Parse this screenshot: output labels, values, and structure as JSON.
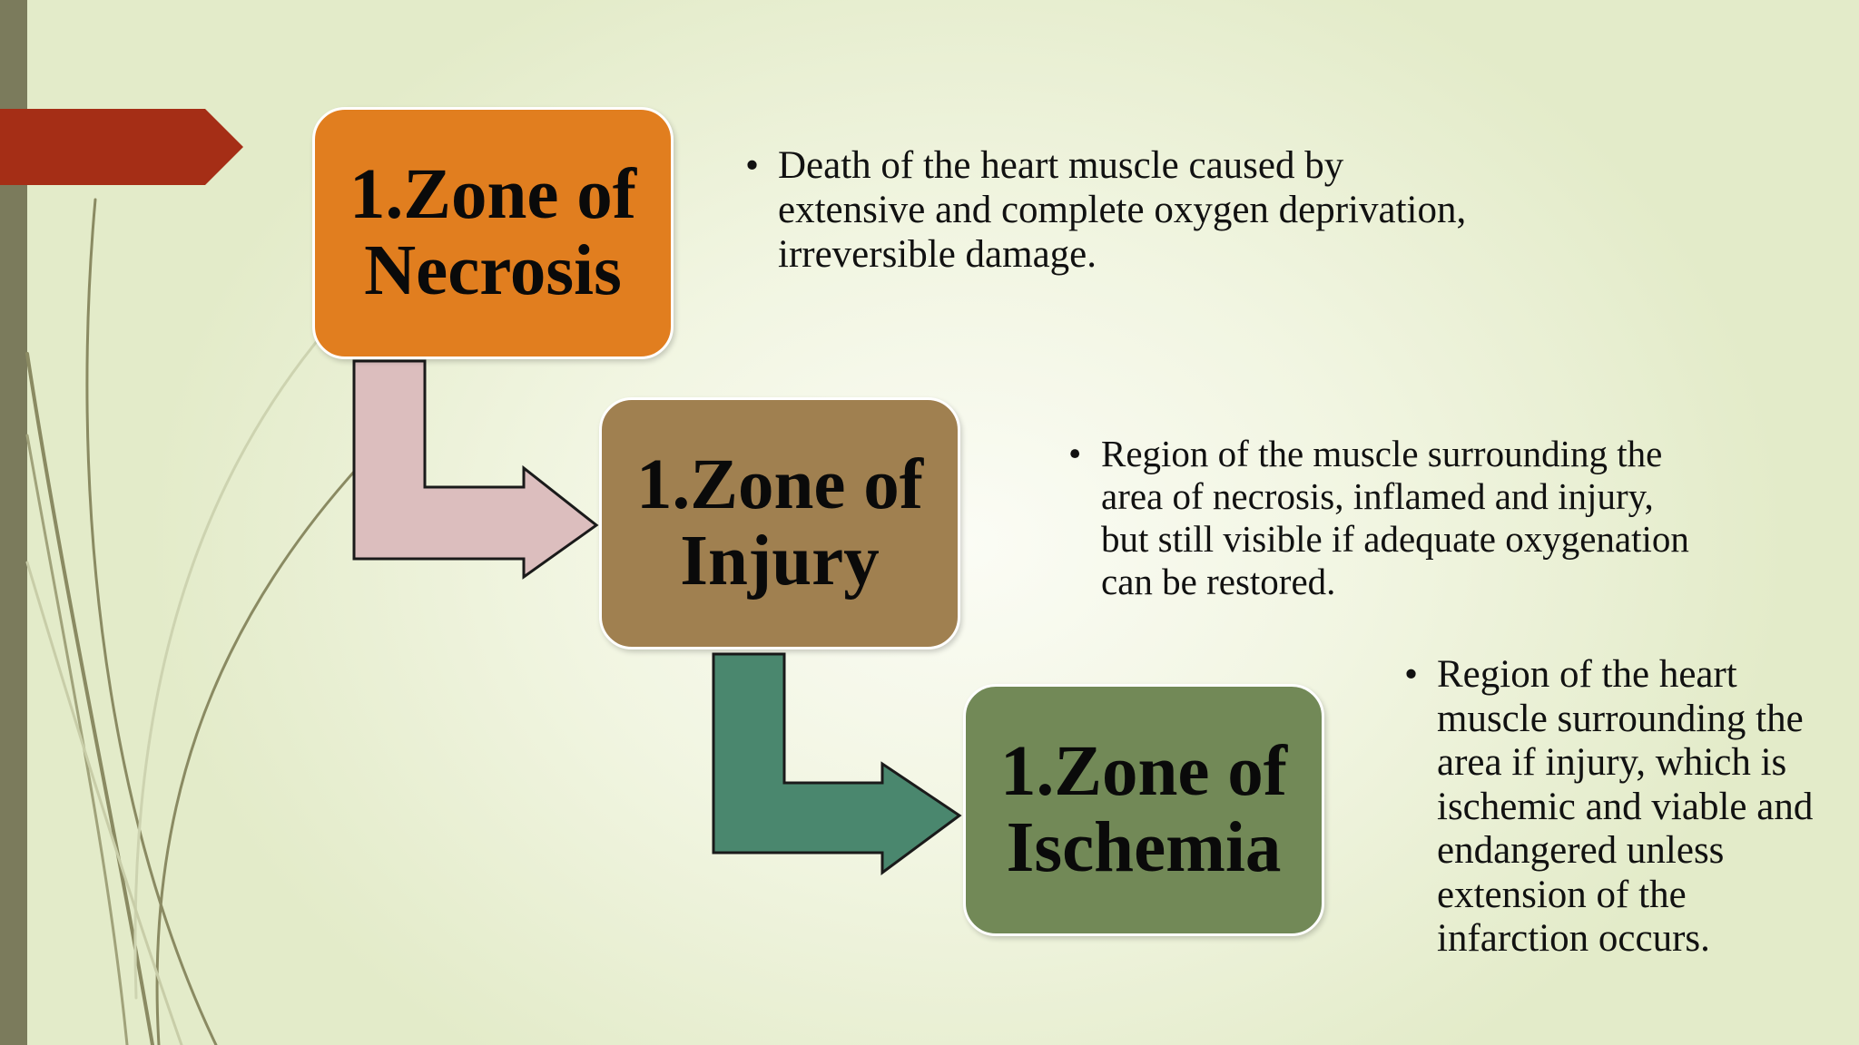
{
  "zones": [
    {
      "title": "1.Zone of\nNecrosis",
      "color": "#e17e1f",
      "description": "Death of the heart muscle caused by extensive and complete oxygen deprivation, irreversible damage."
    },
    {
      "title": "1.Zone of\nInjury",
      "color": "#a08050",
      "description": "Region of the muscle surrounding the area of necrosis, inflamed and injury, but still visible if adequate oxygenation can be restored."
    },
    {
      "title": "1.Zone of\nIschemia",
      "color": "#728957",
      "description": "Region of the heart muscle surrounding the area if injury, which is ischemic and viable and endangered unless extension of the infarction occurs."
    }
  ],
  "bullet": "•",
  "colors": {
    "accent_red": "#a52e16",
    "arrow_pink": "#dcbebe",
    "arrow_teal": "#4a876e",
    "side_bar": "#7b7b5c"
  }
}
